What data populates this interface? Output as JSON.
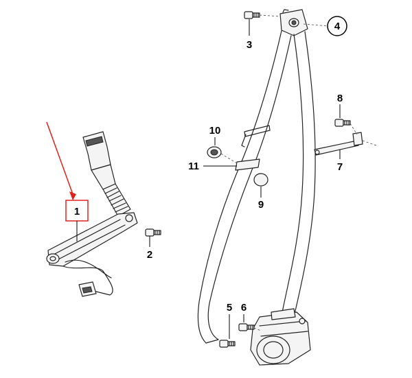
{
  "callouts": {
    "c1": "1",
    "c2": "2",
    "c3": "3",
    "c4": "4",
    "c5": "5",
    "c6": "6",
    "c7": "7",
    "c8": "8",
    "c9": "9",
    "c10": "10",
    "c11": "11"
  },
  "colors": {
    "highlight": "#e0201c",
    "line": "#222222",
    "background": "#ffffff"
  }
}
